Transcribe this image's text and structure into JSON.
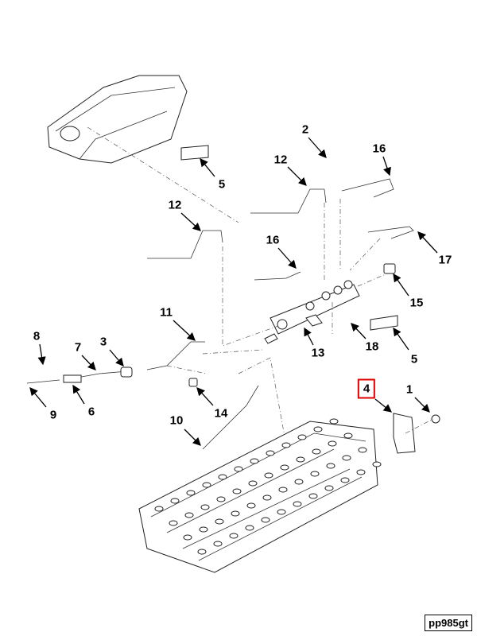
{
  "diagram": {
    "title": "Fuel injection components exploded view",
    "reference_code": "pp985gt",
    "highlight_color": "#e00000",
    "callouts": [
      "5",
      "2",
      "16",
      "12",
      "12",
      "16",
      "17",
      "15",
      "11",
      "8",
      "7",
      "3",
      "13",
      "18",
      "5",
      "4",
      "1",
      "9",
      "6",
      "14",
      "10"
    ],
    "highlighted_callout": "4"
  }
}
